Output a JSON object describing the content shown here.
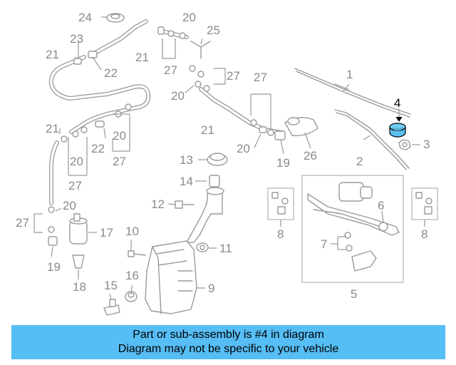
{
  "diagram": {
    "callouts": [
      {
        "id": "c24",
        "label": "24"
      },
      {
        "id": "c20a",
        "label": "20"
      },
      {
        "id": "c25",
        "label": "25"
      },
      {
        "id": "c23",
        "label": "23"
      },
      {
        "id": "c21a",
        "label": "21"
      },
      {
        "id": "c21b",
        "label": "21"
      },
      {
        "id": "c22a",
        "label": "22"
      },
      {
        "id": "c27a",
        "label": "27"
      },
      {
        "id": "c27b",
        "label": "27"
      },
      {
        "id": "c20b",
        "label": "20"
      },
      {
        "id": "c27c",
        "label": "27"
      },
      {
        "id": "c21c",
        "label": "21"
      },
      {
        "id": "c20c",
        "label": "20"
      },
      {
        "id": "c19a",
        "label": "19"
      },
      {
        "id": "c26",
        "label": "26"
      },
      {
        "id": "c1",
        "label": "1"
      },
      {
        "id": "c4",
        "label": "4",
        "highlight": true
      },
      {
        "id": "c2",
        "label": "2"
      },
      {
        "id": "c3",
        "label": "3"
      },
      {
        "id": "c21d",
        "label": "21"
      },
      {
        "id": "c20d",
        "label": "20"
      },
      {
        "id": "c22b",
        "label": "22"
      },
      {
        "id": "c20e",
        "label": "20"
      },
      {
        "id": "c27d",
        "label": "27"
      },
      {
        "id": "c27e",
        "label": "27"
      },
      {
        "id": "c13",
        "label": "13"
      },
      {
        "id": "c14",
        "label": "14"
      },
      {
        "id": "c12",
        "label": "12"
      },
      {
        "id": "c27f",
        "label": "27"
      },
      {
        "id": "c20f",
        "label": "20"
      },
      {
        "id": "c17",
        "label": "17"
      },
      {
        "id": "c19b",
        "label": "19"
      },
      {
        "id": "c18",
        "label": "18"
      },
      {
        "id": "c10",
        "label": "10"
      },
      {
        "id": "c11",
        "label": "11"
      },
      {
        "id": "c15",
        "label": "15"
      },
      {
        "id": "c16",
        "label": "16"
      },
      {
        "id": "c9",
        "label": "9"
      },
      {
        "id": "c8a",
        "label": "8"
      },
      {
        "id": "c6",
        "label": "6"
      },
      {
        "id": "c7",
        "label": "7"
      },
      {
        "id": "c5",
        "label": "5"
      },
      {
        "id": "c8b",
        "label": "8"
      }
    ],
    "highlight_color": "#5bbfee",
    "line_color": "#9a9a9a"
  },
  "banner": {
    "line1": "Part or sub-assembly is #4 in diagram",
    "line2": "Diagram may not be specific to your vehicle",
    "background": "#56bdf5"
  }
}
